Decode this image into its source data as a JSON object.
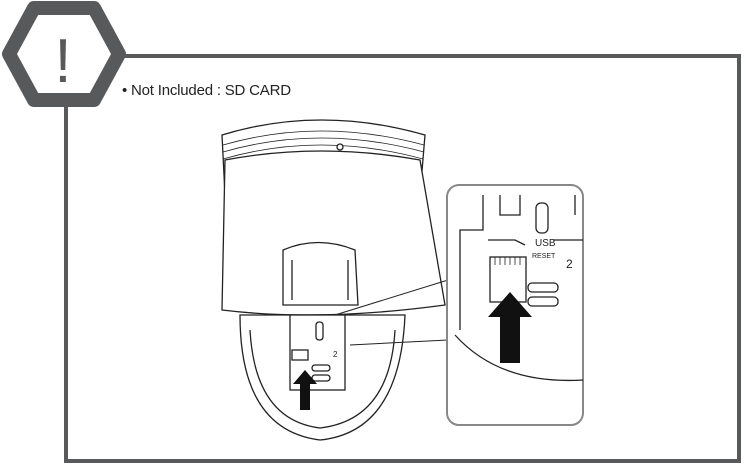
{
  "warning": {
    "icon": "exclamation-hexagon-icon",
    "symbol": "!",
    "color": "#58595b"
  },
  "note": {
    "bullet": "•",
    "text": "Not Included : SD CARD"
  },
  "illustration": {
    "inset_labels": {
      "usb": "USB",
      "reset": "RESET",
      "slot": "2"
    },
    "main_labels": {
      "slot": "2"
    }
  }
}
